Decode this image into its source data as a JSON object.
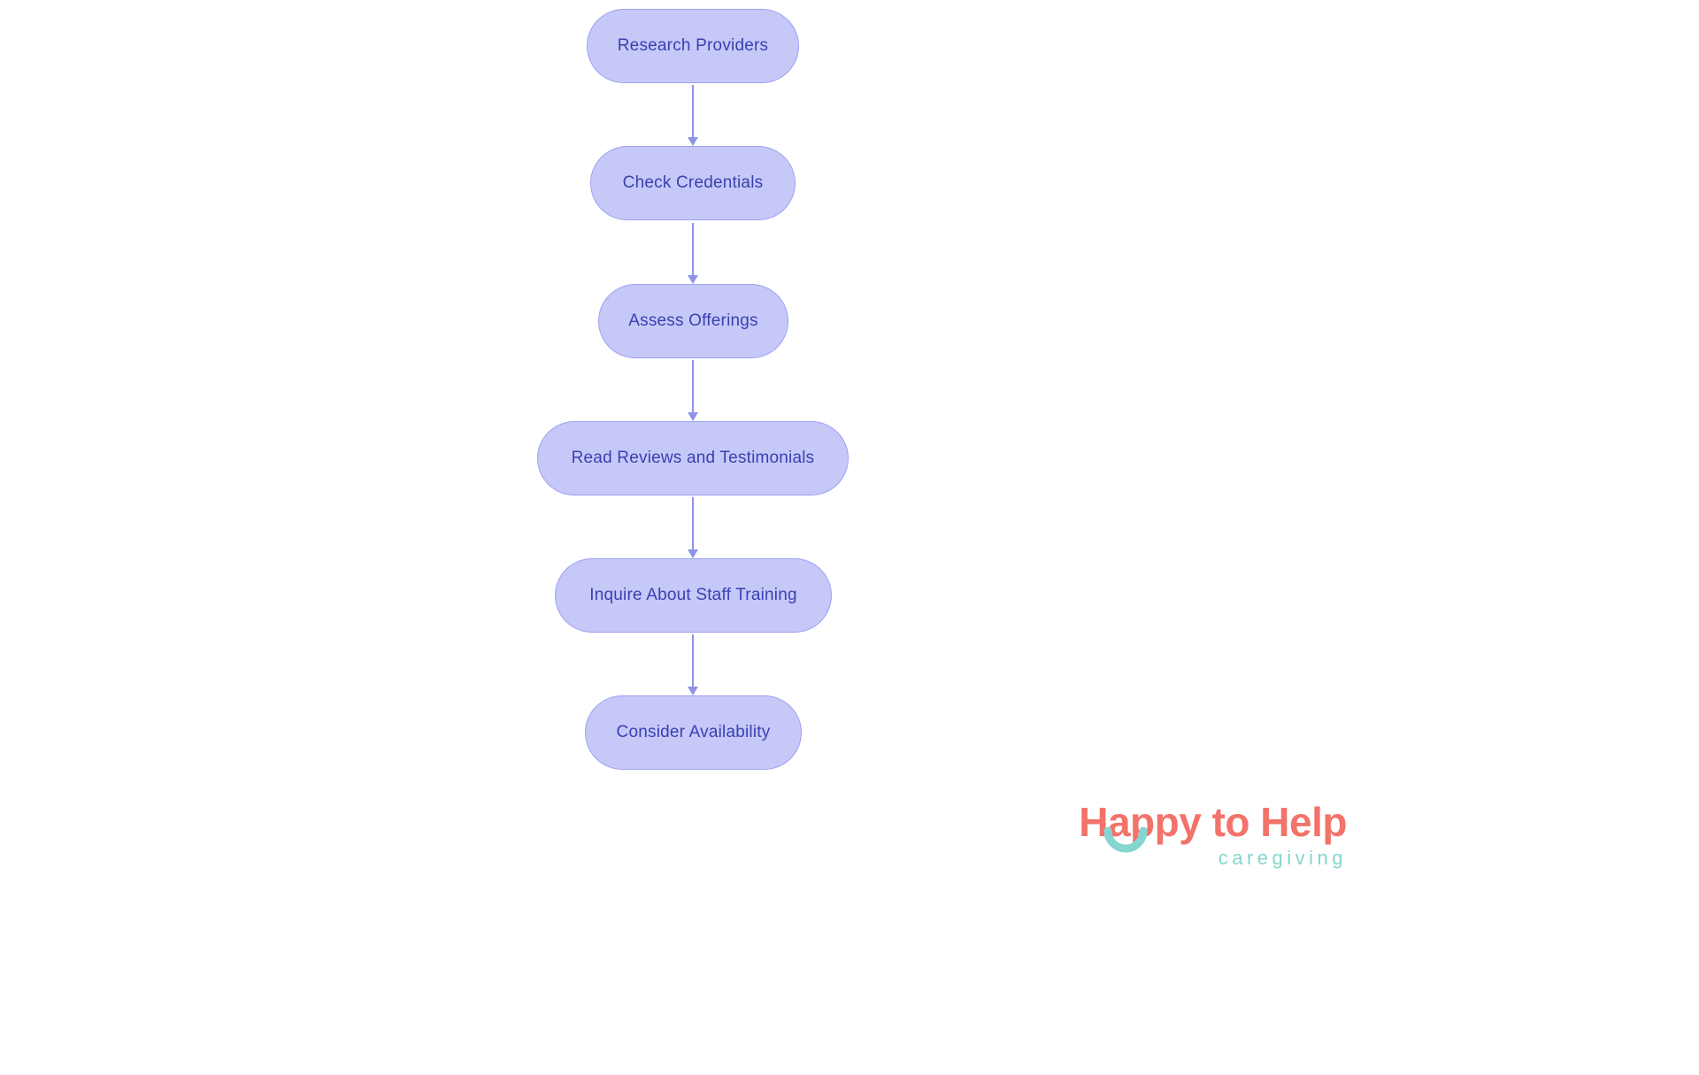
{
  "flowchart": {
    "nodes": [
      {
        "label": "Research Providers"
      },
      {
        "label": "Check Credentials"
      },
      {
        "label": "Assess Offerings"
      },
      {
        "label": "Read Reviews and Testimonials"
      },
      {
        "label": "Inquire About Staff Training"
      },
      {
        "label": "Consider Availability"
      }
    ],
    "colors": {
      "node_fill": "#c6c8f8",
      "node_border": "#9da2f0",
      "node_text": "#3a41b0",
      "arrow": "#8e93ea"
    }
  },
  "logo": {
    "wordmark": "Happy to Help",
    "tagline": "caregiving",
    "colors": {
      "wordmark": "#f2736a",
      "tagline": "#85d5d0"
    }
  }
}
